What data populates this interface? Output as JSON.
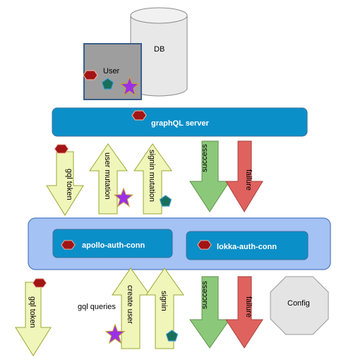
{
  "colors": {
    "blue_panel": "#a4c2f4",
    "blue_bar": "#0b8fc8",
    "yellow_arrow": "#f0f5ba",
    "green_arrow": "#8cc87a",
    "red_arrow": "#e0625f",
    "db": "#e8e8e8",
    "user_box": "#9e9e9e",
    "config": "#e4e4e4",
    "hexagon_red": "#a31515",
    "pentagon": "#18705c",
    "star": "#9b2fe6"
  },
  "nodes": {
    "db": "DB",
    "user": "User",
    "graphql_server": "graphQL server",
    "apollo_auth_conn": "apollo-auth-conn",
    "lokka_auth_conn": "lokka-auth-conn",
    "config": "Config"
  },
  "top_arrows": {
    "gql_token": "gql token",
    "user_mutation": "user mutation",
    "signin_mutation": "signin mutation",
    "success": "success",
    "failure": "failure"
  },
  "bottom_arrows": {
    "gql_token": "gql token",
    "gql_queries": "gql queries",
    "create_user": "create user",
    "signin": "signin",
    "success": "success",
    "failure": "failure"
  },
  "icons": [
    "hexagon-icon",
    "pentagon-icon",
    "star-icon"
  ]
}
